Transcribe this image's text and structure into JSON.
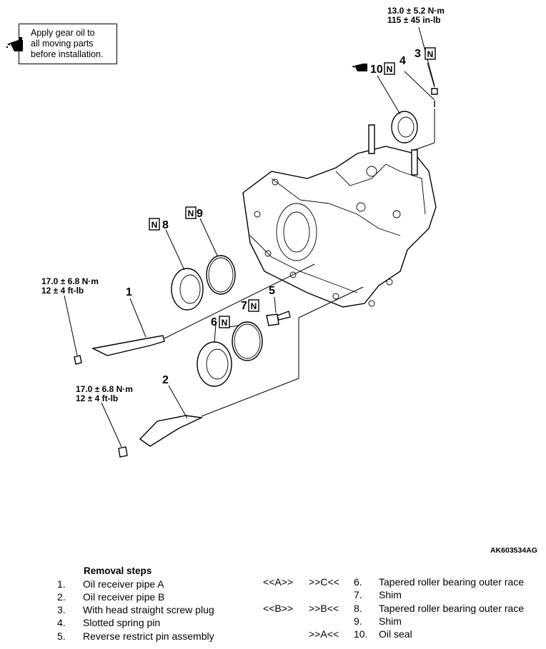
{
  "note": {
    "text": "Apply gear oil to\nall moving parts\nbefore installation.",
    "icon": "oil-can-icon"
  },
  "torques": {
    "top": {
      "nm": "13.0 ± 5.2 N·m",
      "imperial": "115 ± 45 in-lb"
    },
    "left1": {
      "nm": "17.0 ± 6.8 N·m",
      "imperial": "12 ± 4 ft-lb"
    },
    "left2": {
      "nm": "17.0 ± 6.8 N·m",
      "imperial": "12 ± 4 ft-lb"
    }
  },
  "callouts": {
    "c1": "1",
    "c2": "2",
    "c3": "3",
    "c4": "4",
    "c5": "5",
    "c6": "6",
    "c7": "7",
    "c8": "8",
    "c9": "9",
    "c10": "10",
    "n_mark": "N"
  },
  "ref_code": "AK603534AG",
  "removal": {
    "title": "Removal steps",
    "left_steps": [
      {
        "no": "1.",
        "text": "Oil receiver pipe A"
      },
      {
        "no": "2.",
        "text": "Oil receiver pipe B"
      },
      {
        "no": "3.",
        "text": "With head straight screw plug"
      },
      {
        "no": "4.",
        "text": "Slotted spring pin"
      },
      {
        "no": "5.",
        "text": "Reverse restrict pin assembly"
      }
    ],
    "right_steps": [
      {
        "a": "<<A>>",
        "b": ">>C<<",
        "no": "6.",
        "text": "Tapered roller bearing outer race"
      },
      {
        "a": "",
        "b": "",
        "no": "7.",
        "text": "Shim"
      },
      {
        "a": "<<B>>",
        "b": ">>B<<",
        "no": "8.",
        "text": "Tapered roller bearing outer race"
      },
      {
        "a": "",
        "b": "",
        "no": "9.",
        "text": "Shim"
      },
      {
        "a": "",
        "b": ">>A<<",
        "no": "10.",
        "text": "Oil seal"
      }
    ]
  }
}
